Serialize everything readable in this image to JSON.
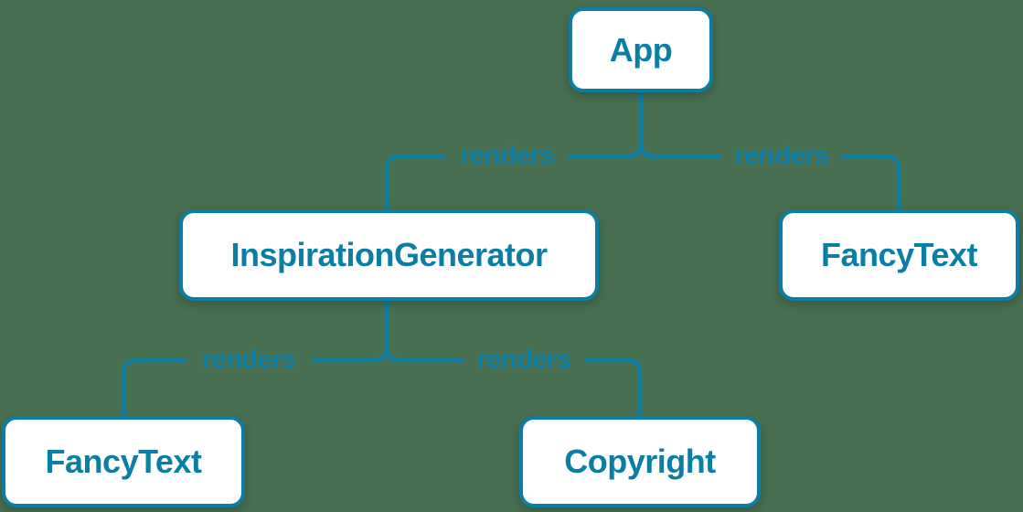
{
  "colors": {
    "background": "#486e50",
    "accent": "#0a7ea4",
    "node_fill": "#ffffff"
  },
  "diagram": {
    "type": "component-render-tree",
    "nodes": [
      {
        "id": "app",
        "label": "App"
      },
      {
        "id": "inspiration-generator",
        "label": "InspirationGenerator"
      },
      {
        "id": "fancy-text-right",
        "label": "FancyText"
      },
      {
        "id": "fancy-text-left",
        "label": "FancyText"
      },
      {
        "id": "copyright",
        "label": "Copyright"
      }
    ],
    "edges": [
      {
        "from": "App",
        "to": "InspirationGenerator",
        "label": "renders"
      },
      {
        "from": "App",
        "to": "FancyText",
        "label": "renders"
      },
      {
        "from": "InspirationGenerator",
        "to": "FancyText",
        "label": "renders"
      },
      {
        "from": "InspirationGenerator",
        "to": "Copyright",
        "label": "renders"
      }
    ]
  }
}
